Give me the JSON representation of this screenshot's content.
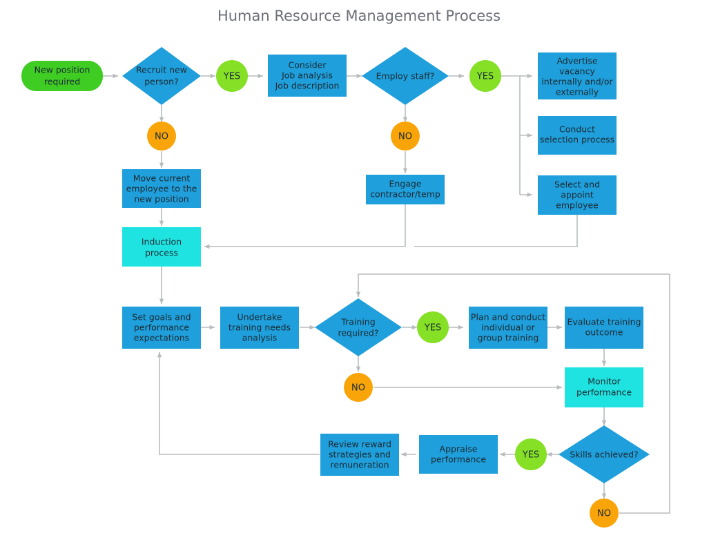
{
  "title": "Human Resource Management Process",
  "colors": {
    "process": "#1f9fdb",
    "highlight": "#1fe3e0",
    "decision": "#1f9fdb",
    "terminal": "#3fcc23",
    "yes": "#85e026",
    "no": "#f9a50a",
    "connector": "#b8bcbe",
    "text": "#1b2a33",
    "title": "#6b6f76",
    "background": "#ffffff"
  },
  "diagram": {
    "type": "flowchart",
    "nodes": [
      {
        "id": "start",
        "shape": "terminal",
        "lines": [
          "New position",
          "required"
        ]
      },
      {
        "id": "recruit",
        "shape": "decision",
        "lines": [
          "Recruit new",
          "person?"
        ]
      },
      {
        "id": "yes1",
        "shape": "yes",
        "lines": [
          "YES"
        ]
      },
      {
        "id": "consider",
        "shape": "process",
        "lines": [
          "Consider",
          "Job analysis",
          "Job description"
        ]
      },
      {
        "id": "employ",
        "shape": "decision",
        "lines": [
          "Employ staff?"
        ]
      },
      {
        "id": "yes2",
        "shape": "yes",
        "lines": [
          "YES"
        ]
      },
      {
        "id": "advertise",
        "shape": "process",
        "lines": [
          "Advertise",
          "vacancy",
          "internally and/or",
          "externally"
        ]
      },
      {
        "id": "conduct",
        "shape": "process",
        "lines": [
          "Conduct",
          "selection process"
        ]
      },
      {
        "id": "select",
        "shape": "process",
        "lines": [
          "Select and",
          "appoint",
          "employee"
        ]
      },
      {
        "id": "no1",
        "shape": "no",
        "lines": [
          "NO"
        ]
      },
      {
        "id": "move",
        "shape": "process",
        "lines": [
          "Move current",
          "employee to the",
          "new position"
        ]
      },
      {
        "id": "no2",
        "shape": "no",
        "lines": [
          "NO"
        ]
      },
      {
        "id": "engage",
        "shape": "process",
        "lines": [
          "Engage",
          "contractor/temp"
        ]
      },
      {
        "id": "induction",
        "shape": "highlight",
        "lines": [
          "Induction",
          "process"
        ]
      },
      {
        "id": "setgoals",
        "shape": "process",
        "lines": [
          "Set goals and",
          "performance",
          "expectations"
        ]
      },
      {
        "id": "undertake",
        "shape": "process",
        "lines": [
          "Undertake",
          "training needs",
          "analysis"
        ]
      },
      {
        "id": "trainingreq",
        "shape": "decision",
        "lines": [
          "Training",
          "required?"
        ]
      },
      {
        "id": "yes3",
        "shape": "yes",
        "lines": [
          "YES"
        ]
      },
      {
        "id": "plan",
        "shape": "process",
        "lines": [
          "Plan and conduct",
          "individual or",
          "group training"
        ]
      },
      {
        "id": "evaluate",
        "shape": "process",
        "lines": [
          "Evaluate training",
          "outcome"
        ]
      },
      {
        "id": "no3",
        "shape": "no",
        "lines": [
          "NO"
        ]
      },
      {
        "id": "monitor",
        "shape": "highlight",
        "lines": [
          "Monitor",
          "performance"
        ]
      },
      {
        "id": "skills",
        "shape": "decision",
        "lines": [
          "Skills achieved?"
        ]
      },
      {
        "id": "yes4",
        "shape": "yes",
        "lines": [
          "YES"
        ]
      },
      {
        "id": "appraise",
        "shape": "process",
        "lines": [
          "Appraise",
          "performance"
        ]
      },
      {
        "id": "review",
        "shape": "process",
        "lines": [
          "Review reward",
          "strategies and",
          "remuneration"
        ]
      },
      {
        "id": "no4",
        "shape": "no",
        "lines": [
          "NO"
        ]
      }
    ],
    "edges": [
      {
        "from": "start",
        "to": "recruit"
      },
      {
        "from": "recruit",
        "to": "yes1"
      },
      {
        "from": "yes1",
        "to": "consider"
      },
      {
        "from": "consider",
        "to": "employ"
      },
      {
        "from": "employ",
        "to": "yes2"
      },
      {
        "from": "yes2",
        "to": "advertise"
      },
      {
        "from": "yes2",
        "to": "conduct"
      },
      {
        "from": "yes2",
        "to": "select"
      },
      {
        "from": "recruit",
        "to": "no1"
      },
      {
        "from": "no1",
        "to": "move"
      },
      {
        "from": "move",
        "to": "induction"
      },
      {
        "from": "employ",
        "to": "no2"
      },
      {
        "from": "no2",
        "to": "engage"
      },
      {
        "from": "engage",
        "to": "induction"
      },
      {
        "from": "select",
        "to": "induction"
      },
      {
        "from": "induction",
        "to": "setgoals"
      },
      {
        "from": "setgoals",
        "to": "undertake"
      },
      {
        "from": "undertake",
        "to": "trainingreq"
      },
      {
        "from": "trainingreq",
        "to": "yes3"
      },
      {
        "from": "yes3",
        "to": "plan"
      },
      {
        "from": "plan",
        "to": "evaluate"
      },
      {
        "from": "evaluate",
        "to": "monitor"
      },
      {
        "from": "trainingreq",
        "to": "no3"
      },
      {
        "from": "no3",
        "to": "monitor"
      },
      {
        "from": "monitor",
        "to": "skills"
      },
      {
        "from": "skills",
        "to": "yes4"
      },
      {
        "from": "yes4",
        "to": "appraise"
      },
      {
        "from": "appraise",
        "to": "review"
      },
      {
        "from": "review",
        "to": "setgoals"
      },
      {
        "from": "skills",
        "to": "no4"
      },
      {
        "from": "no4",
        "to": "trainingreq"
      }
    ]
  }
}
